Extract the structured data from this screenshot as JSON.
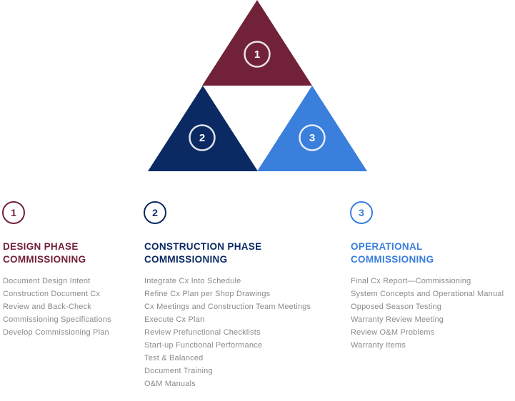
{
  "colors": {
    "phase1": "#722238",
    "phase2": "#0b2a63",
    "phase3": "#3a7fdb"
  },
  "diagram": {
    "triangles": [
      {
        "number": "1"
      },
      {
        "number": "2"
      },
      {
        "number": "3"
      }
    ]
  },
  "phases": [
    {
      "number": "1",
      "title_line1": "DESIGN PHASE",
      "title_line2": "COMMISSIONING",
      "items": [
        "Document Design Intent",
        "Construction Document Cx",
        "Review and Back-Check",
        "Commissioning Specifications",
        "Develop Commissioning Plan"
      ]
    },
    {
      "number": "2",
      "title_line1": "CONSTRUCTION PHASE",
      "title_line2": "COMMISSIONING",
      "items": [
        "Integrate Cx Into Schedule",
        "Refine Cx Plan per Shop Drawings",
        "Cx Meetings and Construction Team Meetings",
        "Execute Cx Plan",
        "Review Prefunctional Checklists",
        "Start-up Functional Performance",
        "Test & Balanced",
        "Document Training",
        "O&M Manuals"
      ]
    },
    {
      "number": "3",
      "title_line1": "OPERATIONAL",
      "title_line2": "COMMISSIONING",
      "items": [
        "Final Cx Report—Commissioning",
        "System Concepts and Operational Manual",
        "Opposed Season Testing",
        "Warranty Review Meeting",
        "Review O&M Problems",
        "Warranty Items"
      ]
    }
  ]
}
